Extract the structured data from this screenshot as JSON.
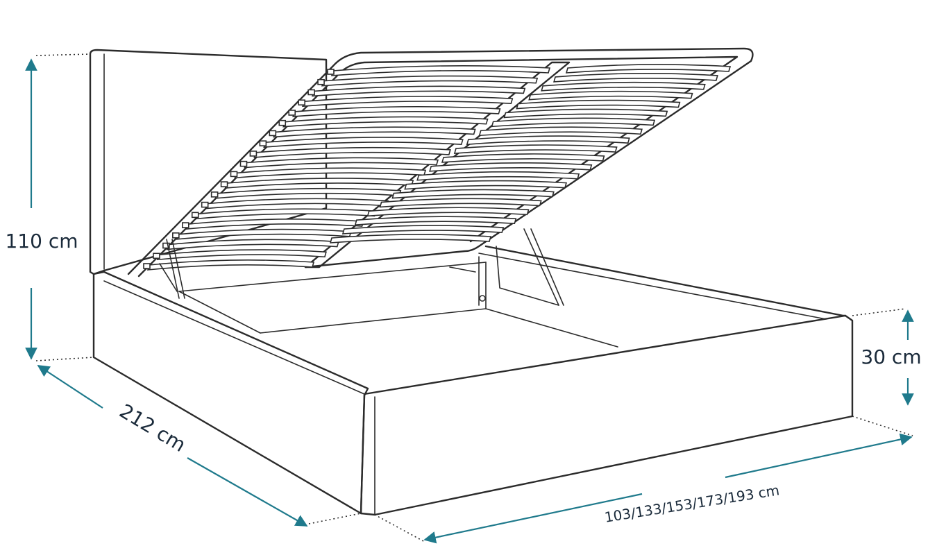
{
  "dimensions": {
    "height": "110 cm",
    "length": "212 cm",
    "storage_height": "30 cm",
    "widths": "103/133/153/173/193 cm"
  },
  "colors": {
    "dimension_line": "#1f7a8c",
    "outline": "#2b2b2b"
  }
}
